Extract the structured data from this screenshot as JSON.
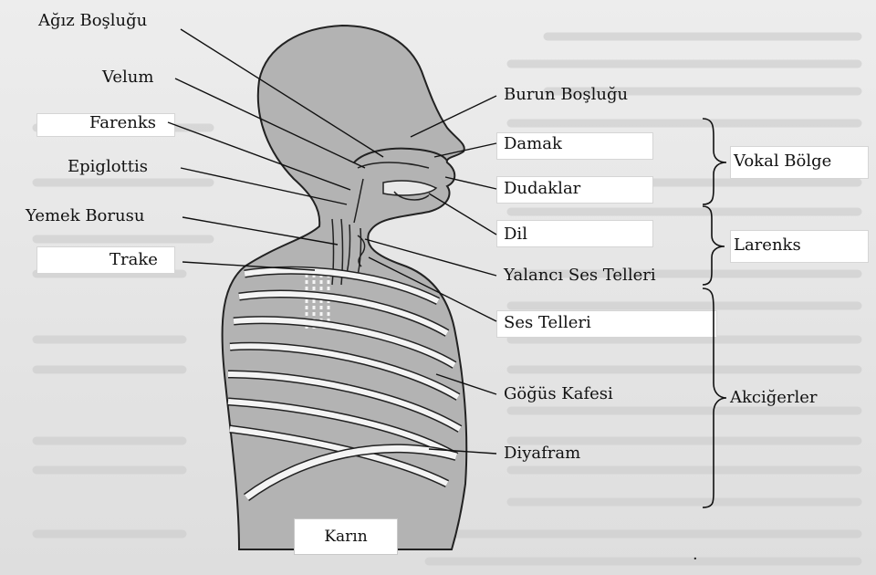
{
  "labels": {
    "agiz_boslugu": "Ağız Boşluğu",
    "velum": "Velum",
    "farenks": "Farenks",
    "epiglottis": "Epiglottis",
    "yemek_borusu": "Yemek Borusu",
    "trake": "Trake",
    "burun_boslugu": "Burun Boşluğu",
    "damak": "Damak",
    "dudaklar": "Dudaklar",
    "dil": "Dil",
    "yalanci_ses_telleri": "Yalancı Ses Telleri",
    "ses_telleri": "Ses Telleri",
    "gogus_kafesi": "Göğüs Kafesi",
    "diyafram": "Diyafram"
  },
  "regions": {
    "vokal_bolge": "Vokal Bölge",
    "larenks": "Larenks",
    "akcigerler": "Akciğerler"
  },
  "footer": {
    "karin": "Karın"
  },
  "colors": {
    "body_fill": "#b3b3b3",
    "body_outline": "#222222",
    "label_box": "#ffffff",
    "lines": "#111111"
  }
}
